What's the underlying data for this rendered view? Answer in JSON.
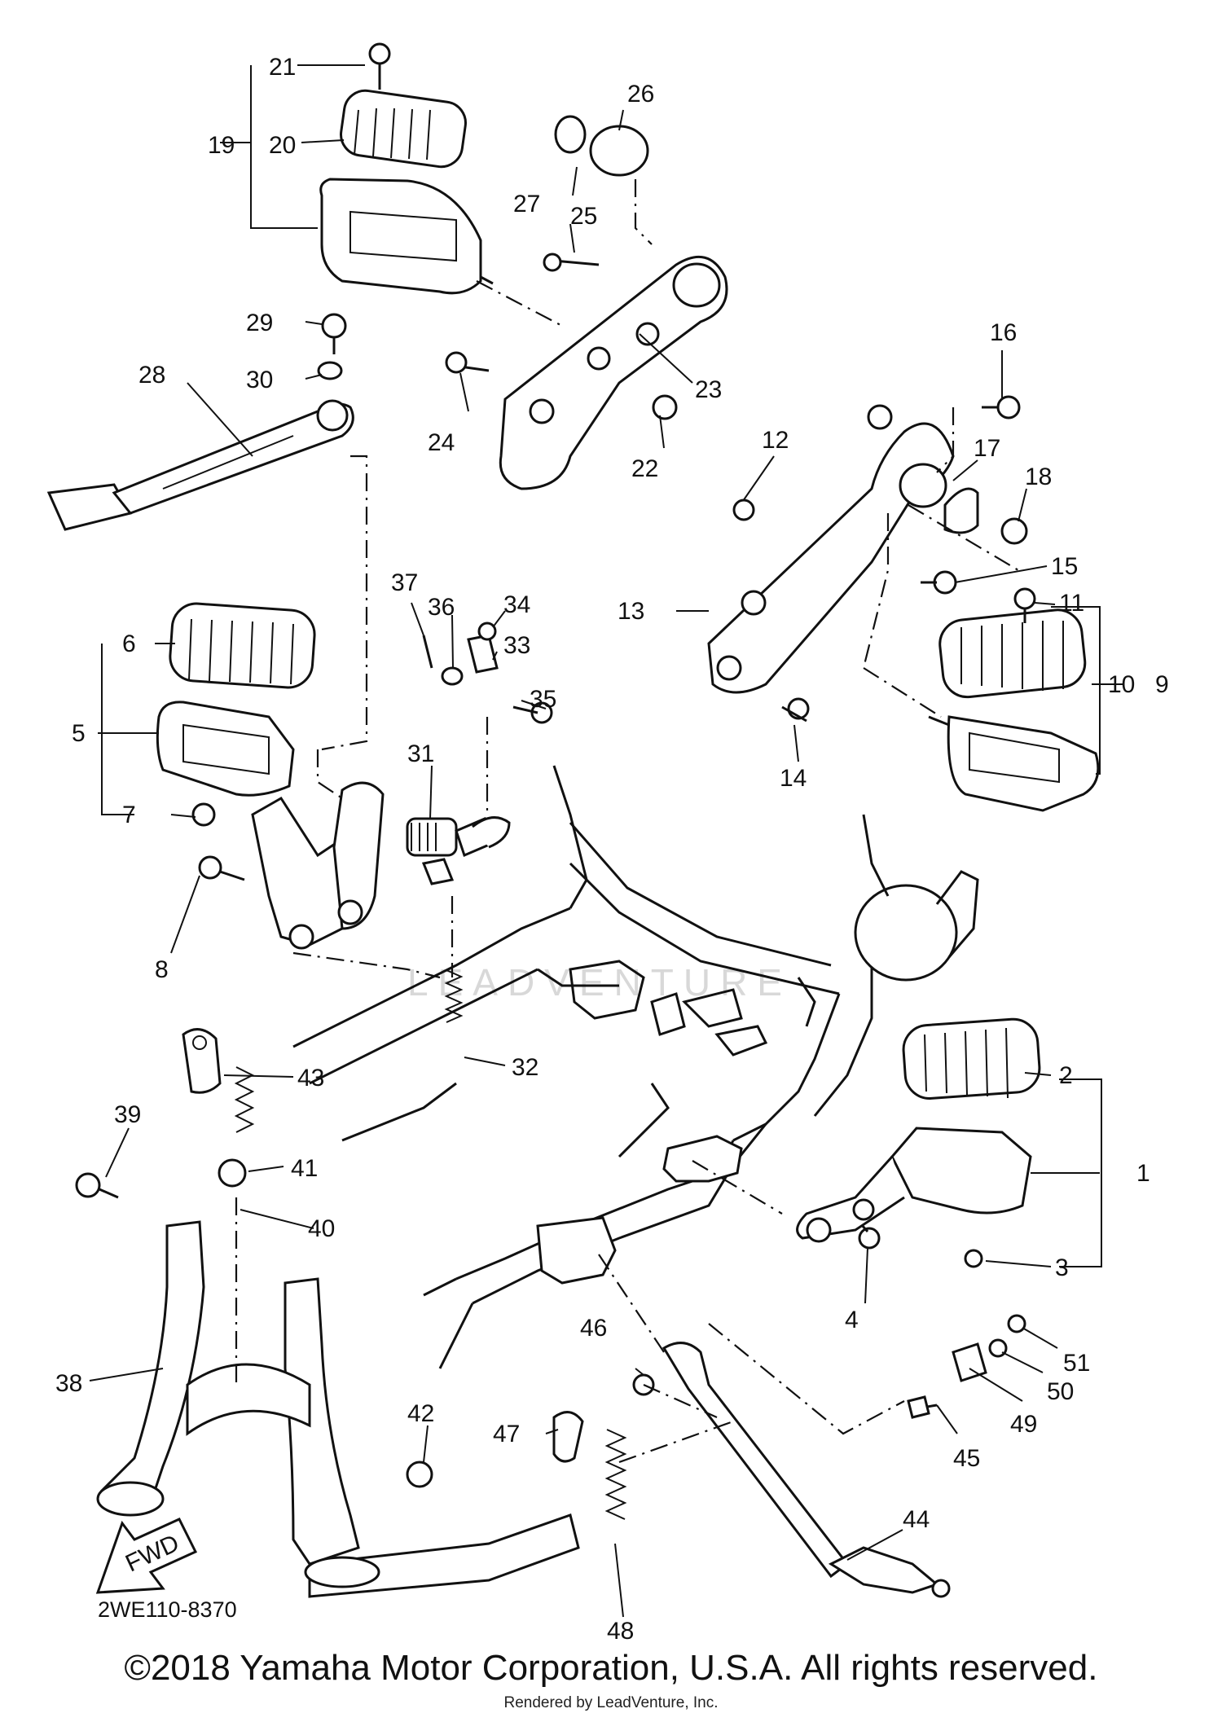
{
  "diagram": {
    "callouts": [
      "1",
      "2",
      "3",
      "4",
      "5",
      "6",
      "7",
      "8",
      "9",
      "10",
      "11",
      "12",
      "13",
      "14",
      "15",
      "16",
      "17",
      "18",
      "19",
      "20",
      "21",
      "22",
      "23",
      "24",
      "25",
      "26",
      "27",
      "28",
      "29",
      "30",
      "31",
      "32",
      "33",
      "34",
      "35",
      "36",
      "37",
      "38",
      "39",
      "40",
      "41",
      "42",
      "43",
      "44",
      "45",
      "46",
      "47",
      "48",
      "49",
      "50",
      "51"
    ],
    "direction_label": "FWD",
    "drawing_code": "2WE110-8370",
    "watermark": "LEADVENTURE"
  },
  "footer": {
    "copyright": "©2018 Yamaha Motor Corporation, U.S.A. All rights reserved.",
    "rendered_by": "Rendered by LeadVenture, Inc."
  }
}
